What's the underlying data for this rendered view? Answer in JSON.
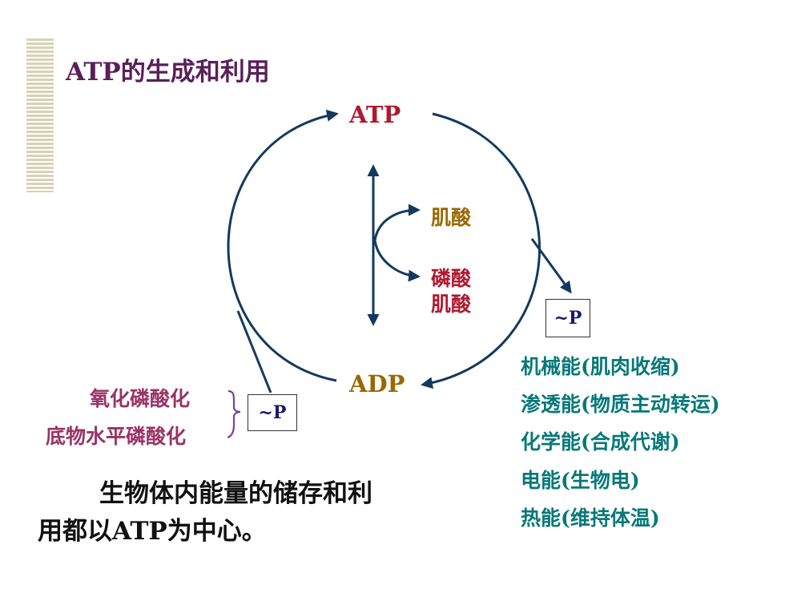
{
  "title": "ATP的生成和利用",
  "nodes": {
    "atp": "ATP",
    "adp": "ADP"
  },
  "creatine": {
    "creatine": "肌酸",
    "phospho_line1": "磷酸",
    "phospho_line2": "肌酸"
  },
  "phosphate_label": "~P",
  "left_labels": [
    "氧化磷酸化",
    "底物水平磷酸化"
  ],
  "energy_uses": [
    "机械能(肌肉收缩)",
    "渗透能(物质主动转运)",
    "化学能(合成代谢)",
    "电能(生物电)",
    "热能(维持体温)"
  ],
  "summary": {
    "line1": "生物体内能量的储存和利",
    "line2": "用都以ATP为中心。"
  },
  "colors": {
    "title": "#5a1f5a",
    "atp": "#b01830",
    "adp": "#9a6800",
    "arrows": "#123a5e",
    "left_labels": "#993366",
    "energy": "#087878",
    "phosphate": "#1a1a6e"
  }
}
